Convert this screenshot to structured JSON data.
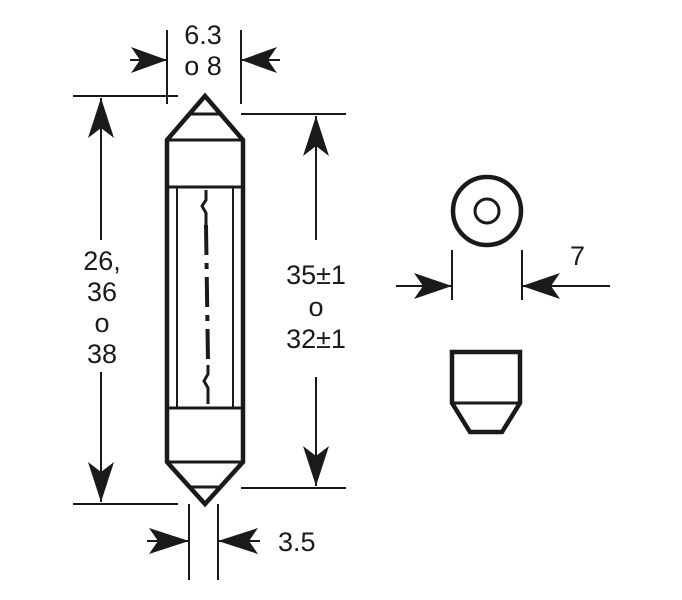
{
  "labels": {
    "top_width_a": "6.3",
    "top_width_b": "o 8",
    "length_a": "26,",
    "length_b": "36",
    "length_c": "o",
    "length_d": "38",
    "inner_a": "35±1",
    "inner_b": "o",
    "inner_c": "32±1",
    "tip_width": "3.5",
    "cap_width": "7"
  },
  "colors": {
    "ink": "#1a1a1a",
    "background": "#ffffff"
  }
}
